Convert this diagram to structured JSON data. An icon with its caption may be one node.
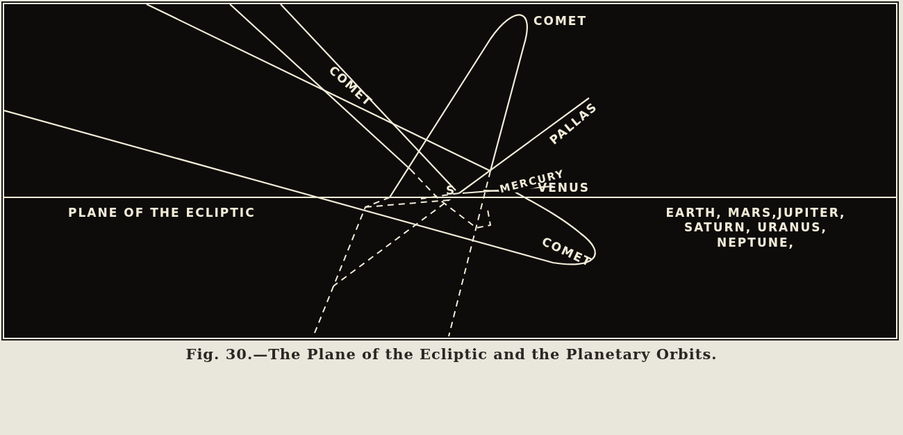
{
  "diagram": {
    "caption": "Fig. 30.—The Plane of the Ecliptic and the Planetary Orbits.",
    "labels": [
      "COMET",
      "COMET",
      "PALLAS",
      "MERCURY",
      "S",
      "VENUS",
      "PLANE OF THE ECLIPTIC",
      "EARTH, MARS,JUPITER, SATURN, URANUS, NEPTUNE,",
      "COMET"
    ]
  }
}
